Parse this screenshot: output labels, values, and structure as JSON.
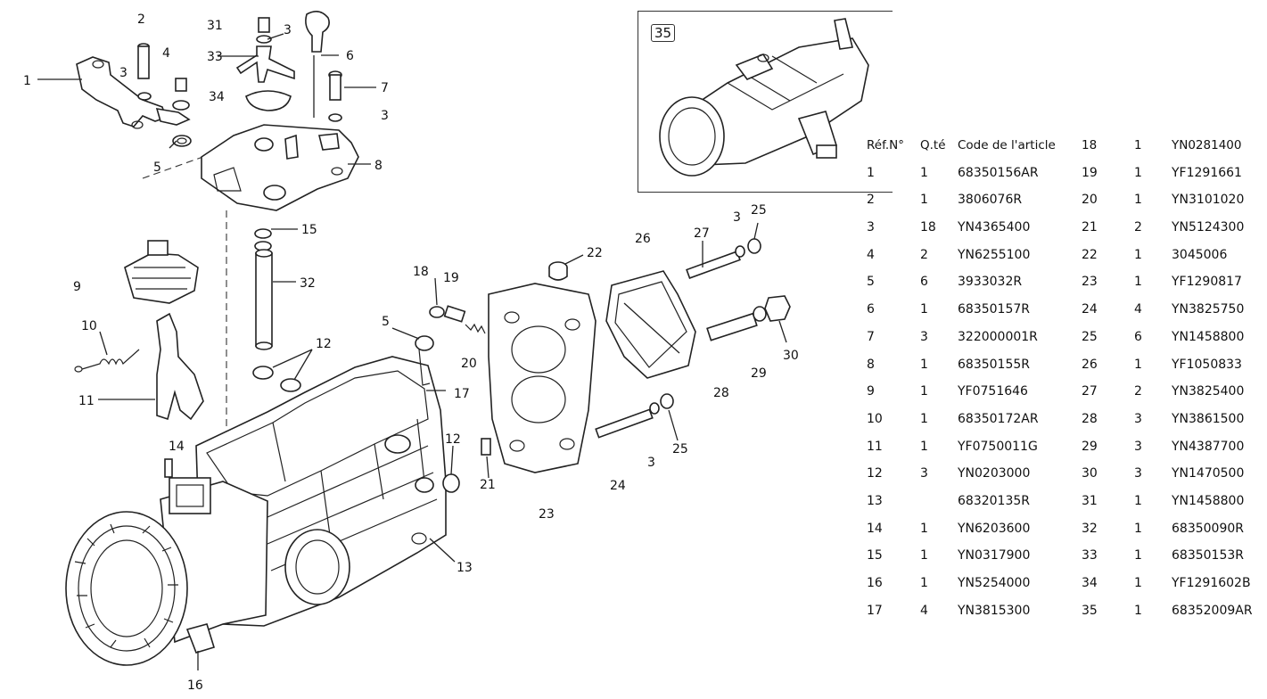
{
  "inset": {
    "label": "35"
  },
  "table": {
    "headers": [
      "Réf.N°",
      "Q.té",
      "Code de l'article"
    ],
    "rows": [
      {
        "left": [
          "1",
          "1",
          "68350156AR"
        ],
        "right": [
          "18",
          "1",
          "YN0281400"
        ]
      },
      {
        "left": [
          "2",
          "1",
          "3806076R"
        ],
        "right": [
          "19",
          "1",
          "YF1291661"
        ]
      },
      {
        "left": [
          "3",
          "18",
          "YN4365400"
        ],
        "right": [
          "20",
          "1",
          "YN3101020"
        ]
      },
      {
        "left": [
          "4",
          "2",
          "YN6255100"
        ],
        "right": [
          "21",
          "2",
          "YN5124300"
        ]
      },
      {
        "left": [
          "5",
          "6",
          "3933032R"
        ],
        "right": [
          "22",
          "1",
          "3045006"
        ]
      },
      {
        "left": [
          "6",
          "1",
          "68350157R"
        ],
        "right": [
          "23",
          "1",
          "YF1290817"
        ]
      },
      {
        "left": [
          "7",
          "3",
          "322000001R"
        ],
        "right": [
          "24",
          "4",
          "YN3825750"
        ]
      },
      {
        "left": [
          "8",
          "1",
          "68350155R"
        ],
        "right": [
          "25",
          "6",
          "YN1458800"
        ]
      },
      {
        "left": [
          "9",
          "1",
          "YF0751646"
        ],
        "right": [
          "26",
          "1",
          "YF1050833"
        ]
      },
      {
        "left": [
          "10",
          "1",
          "68350172AR"
        ],
        "right": [
          "27",
          "2",
          "YN3825400"
        ]
      },
      {
        "left": [
          "11",
          "1",
          "YF0750011G"
        ],
        "right": [
          "28",
          "3",
          "YN3861500"
        ]
      },
      {
        "left": [
          "12",
          "3",
          "YN0203000"
        ],
        "right": [
          "29",
          "3",
          "YN4387700"
        ]
      },
      {
        "left": [
          "13",
          "",
          "68320135R"
        ],
        "right": [
          "30",
          "3",
          "YN1470500"
        ]
      },
      {
        "left": [
          "14",
          "1",
          "YN6203600"
        ],
        "right": [
          "31",
          "1",
          "YN1458800"
        ]
      },
      {
        "left": [
          "15",
          "1",
          "YN0317900"
        ],
        "right": [
          "32",
          "1",
          "68350090R"
        ]
      },
      {
        "left": [
          "16",
          "1",
          "YN5254000"
        ],
        "right": [
          "33",
          "1",
          "68350153R"
        ]
      },
      {
        "left": [
          "17",
          "4",
          "YN3815300"
        ],
        "right": [
          "34",
          "1",
          "YF1291602B"
        ]
      },
      {
        "left": [
          "",
          "",
          ""
        ],
        "right": [
          "35",
          "1",
          "68352009AR"
        ]
      }
    ]
  },
  "callouts": {
    "c1": "1",
    "c2": "2",
    "c3a": "3",
    "c4": "4",
    "c5a": "5",
    "c31": "31",
    "c3b": "3",
    "c33": "33",
    "c6": "6",
    "c7": "7",
    "c34": "34",
    "c3c": "3",
    "c8": "8",
    "c15": "15",
    "c9": "9",
    "c32": "32",
    "c10": "10",
    "c11": "11",
    "c12a": "12",
    "c14": "14",
    "c16": "16",
    "c5b": "5",
    "c18": "18",
    "c19": "19",
    "c20": "20",
    "c17": "17",
    "c12b": "12",
    "c21": "21",
    "c13": "13",
    "c22": "22",
    "c26": "26",
    "c27": "27",
    "c3d": "3",
    "c25a": "25",
    "c30": "30",
    "c29": "29",
    "c28": "28",
    "c25b": "25",
    "c3e": "3",
    "c24": "24",
    "c23": "23"
  }
}
